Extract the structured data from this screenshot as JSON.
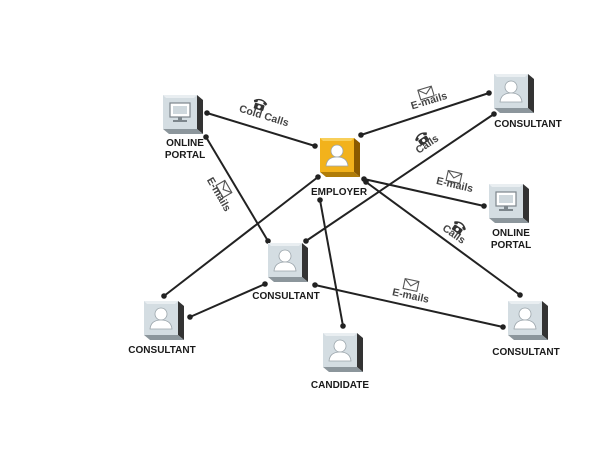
{
  "diagram": {
    "nodes": [
      {
        "id": "portal1",
        "kind": "portal",
        "style": "gray",
        "label_lines": [
          "ONLINE",
          "PORTAL"
        ],
        "icon": "monitor-icon"
      },
      {
        "id": "employer",
        "kind": "person",
        "style": "gold",
        "label_lines": [
          "EMPLOYER"
        ],
        "icon": "person-icon"
      },
      {
        "id": "consultant_tr",
        "kind": "person",
        "style": "gray",
        "label_lines": [
          "CONSULTANT"
        ],
        "icon": "person-icon"
      },
      {
        "id": "portal2",
        "kind": "portal",
        "style": "gray",
        "label_lines": [
          "ONLINE",
          "PORTAL"
        ],
        "icon": "monitor-icon"
      },
      {
        "id": "consultant_mid",
        "kind": "person",
        "style": "gray",
        "label_lines": [
          "CONSULTANT"
        ],
        "icon": "person-icon"
      },
      {
        "id": "consultant_left",
        "kind": "person",
        "style": "gray",
        "label_lines": [
          "CONSULTANT"
        ],
        "icon": "person-icon"
      },
      {
        "id": "candidate",
        "kind": "person",
        "style": "gray",
        "label_lines": [
          "CANDIDATE"
        ],
        "icon": "person-icon"
      },
      {
        "id": "consultant_br",
        "kind": "person",
        "style": "gray",
        "label_lines": [
          "CONSULTANT"
        ],
        "icon": "person-icon"
      }
    ],
    "edges": [
      {
        "id": "e1",
        "label": "Cold Calls",
        "icon": "phone-icon"
      },
      {
        "id": "e2",
        "label": "E-mails",
        "icon": "envelope-icon"
      },
      {
        "id": "e3",
        "label": "E-mails",
        "icon": "envelope-icon"
      },
      {
        "id": "e4",
        "label": "Calls",
        "icon": "phone-icon"
      },
      {
        "id": "e5",
        "label": "E-mails",
        "icon": "envelope-icon"
      },
      {
        "id": "e6",
        "label": "Calls",
        "icon": "phone-icon"
      },
      {
        "id": "e7",
        "label": "",
        "icon": ""
      },
      {
        "id": "e8",
        "label": "",
        "icon": ""
      },
      {
        "id": "e9",
        "label": "",
        "icon": ""
      },
      {
        "id": "e10",
        "label": "E-mails",
        "icon": "envelope-icon"
      }
    ],
    "colors": {
      "line": "#222222",
      "gray_front": "#d4dde2",
      "gray_top": "#e9eef1",
      "gray_side": "#333333",
      "gray_bottom": "#8c969c",
      "gold_front": "#f2b21c",
      "gold_top": "#f8cf5a",
      "gold_side": "#8a5a00",
      "gold_bottom": "#b07c08",
      "label": "#1a1a1a",
      "edge_label": "#444444"
    }
  }
}
